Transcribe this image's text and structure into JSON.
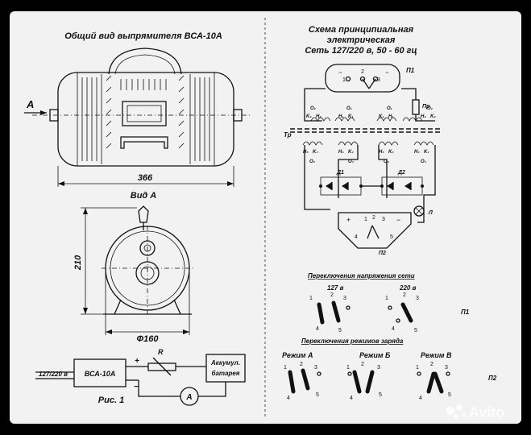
{
  "left": {
    "title": "Общий вид выпрямителя ВСА-10А",
    "width_dim": "366",
    "view_marker": "А",
    "view_title": "Вид А",
    "height_dim": "210",
    "diameter_dim": "Ф160",
    "fig": {
      "caption": "Рис. 1",
      "input": "127/220 в",
      "device": "ВСА-10А",
      "resistor": "R",
      "plus": "+",
      "minus": "−",
      "battery_line1": "Аккумул.",
      "battery_line2": "батарея",
      "meter": "А"
    }
  },
  "right": {
    "title_line1": "Схема принципиальная",
    "title_line2": "электрическая",
    "title_line3": "Сеть 127/220 в, 50 - 60 гц",
    "labels": {
      "p1": "П1",
      "pr": "Пр",
      "tr": "Тр",
      "o2": "O₂",
      "o1": "O₁",
      "k2": "K₂",
      "h2": "H₂",
      "h1": "H₁",
      "k1": "K₁",
      "h3": "H₃",
      "k3": "K₃",
      "h4": "H₄",
      "k4": "K₄",
      "o3": "O₃",
      "o4": "O₄",
      "d1": "Д1",
      "d2": "Д2",
      "lamp": "Л",
      "p2": "П2",
      "sw1": "1",
      "sw2": "2",
      "sw3": "3",
      "sw4": "4",
      "sw5": "5",
      "plus": "+",
      "minus": "−"
    },
    "mains_switch": {
      "title": "Переключения напряжения сети",
      "opt1": "127 в",
      "opt2": "220 в",
      "tag": "П1"
    },
    "mode_switch": {
      "title": "Переключения режимов заряда",
      "mode_a": "Режим А",
      "mode_b": "Режим Б",
      "mode_v": "Режим В",
      "tag": "П2"
    }
  },
  "watermark": "Avito"
}
